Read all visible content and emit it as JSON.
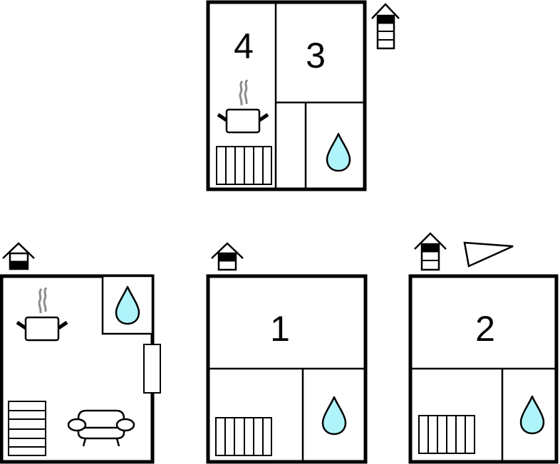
{
  "diagram": {
    "type": "floor-plan",
    "colors": {
      "wall": "#000000",
      "background": "#ffffff",
      "water": "#aef4fa",
      "steam": "#8c8c8c"
    },
    "plans": [
      {
        "id": "top-floor",
        "floor_indicator": "floor-level-icon-top-of-4",
        "rooms": [
          {
            "label": "4",
            "features": [
              "kitchen-pot-icon",
              "radiator-icon"
            ]
          },
          {
            "label": "3",
            "features": []
          },
          {
            "label": "",
            "features": [
              "corridor"
            ]
          },
          {
            "label": "",
            "features": [
              "bathroom-water-drop-icon"
            ]
          }
        ]
      },
      {
        "id": "ground-floor-apartment",
        "floor_indicator": "floor-level-icon-ground",
        "rooms": [
          {
            "label": "",
            "features": [
              "kitchen-pot-icon",
              "bathroom-water-drop-icon",
              "sofa-icon",
              "stairs-icon",
              "window-door"
            ]
          }
        ]
      },
      {
        "id": "first-floor-plan",
        "floor_indicator": "floor-level-icon-upper-of-2",
        "rooms": [
          {
            "label": "1",
            "features": []
          },
          {
            "label": "",
            "features": [
              "radiator-icon"
            ]
          },
          {
            "label": "",
            "features": [
              "bathroom-water-drop-icon"
            ]
          }
        ]
      },
      {
        "id": "second-floor-plan",
        "floor_indicator": "floor-level-icon-top-of-3",
        "extra_icon": "triangle-icon",
        "rooms": [
          {
            "label": "2",
            "features": []
          },
          {
            "label": "",
            "features": [
              "radiator-icon"
            ]
          },
          {
            "label": "",
            "features": [
              "bathroom-water-drop-icon"
            ]
          }
        ]
      }
    ]
  },
  "labels": {
    "room_4": "4",
    "room_3": "3",
    "room_1": "1",
    "room_2": "2"
  }
}
